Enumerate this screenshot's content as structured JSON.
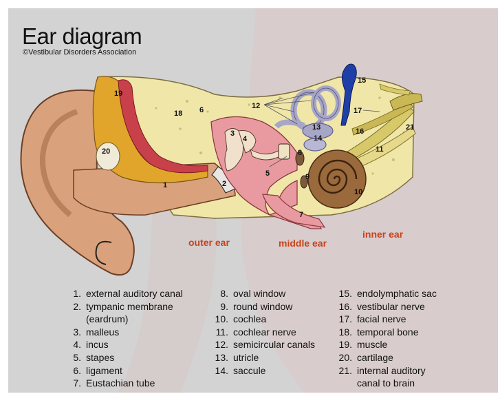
{
  "title": "Ear diagram",
  "credit": "©Vestibular Disorders Association",
  "regions": {
    "outer": "outer ear",
    "middle": "middle ear",
    "inner": "inner ear"
  },
  "callouts": {
    "n1": "1",
    "n2": "2",
    "n3": "3",
    "n4": "4",
    "n5": "5",
    "n6": "6",
    "n7": "7",
    "n8": "8",
    "n9": "9",
    "n10": "10",
    "n11": "11",
    "n12": "12",
    "n13": "13",
    "n14": "14",
    "n15": "15",
    "n16": "16",
    "n17": "17",
    "n18": "18",
    "n19": "19",
    "n20": "20",
    "n21": "21"
  },
  "legend": {
    "col1": [
      {
        "num": "1.",
        "text": "external auditory canal"
      },
      {
        "num": "2.",
        "text": "tympanic membrane",
        "cont": "(eardrum)"
      },
      {
        "num": "3.",
        "text": "malleus"
      },
      {
        "num": "4.",
        "text": "incus"
      },
      {
        "num": "5.",
        "text": "stapes"
      },
      {
        "num": "6.",
        "text": "ligament"
      },
      {
        "num": "7.",
        "text": "Eustachian tube"
      }
    ],
    "col2": [
      {
        "num": "8.",
        "text": "oval window"
      },
      {
        "num": "9.",
        "text": "round window"
      },
      {
        "num": "10.",
        "text": "cochlea"
      },
      {
        "num": "11.",
        "text": "cochlear nerve"
      },
      {
        "num": "12.",
        "text": "semicircular canals"
      },
      {
        "num": "13.",
        "text": "utricle"
      },
      {
        "num": "14.",
        "text": "saccule"
      }
    ],
    "col3": [
      {
        "num": "15.",
        "text": "endolymphatic sac"
      },
      {
        "num": "16.",
        "text": "vestibular nerve"
      },
      {
        "num": "17.",
        "text": "facial nerve"
      },
      {
        "num": "18.",
        "text": "temporal bone"
      },
      {
        "num": "19.",
        "text": "muscle"
      },
      {
        "num": "20.",
        "text": "cartilage"
      },
      {
        "num": "21.",
        "text": "internal auditory",
        "cont": "canal to brain"
      }
    ]
  },
  "colors": {
    "panel": "#d3d3d3",
    "skin": "#d9a27c",
    "bone": "#efe6a8",
    "muscle": "#c8404a",
    "cartilage": "#e0a52a",
    "middle_ear": "#e99aa0",
    "cochlea": "#9a6a3c",
    "canals": "#a7a6c7",
    "endolymphatic_sac": "#1f3fa8",
    "nerve": "#d7c86a",
    "region_label": "#c8421c"
  }
}
